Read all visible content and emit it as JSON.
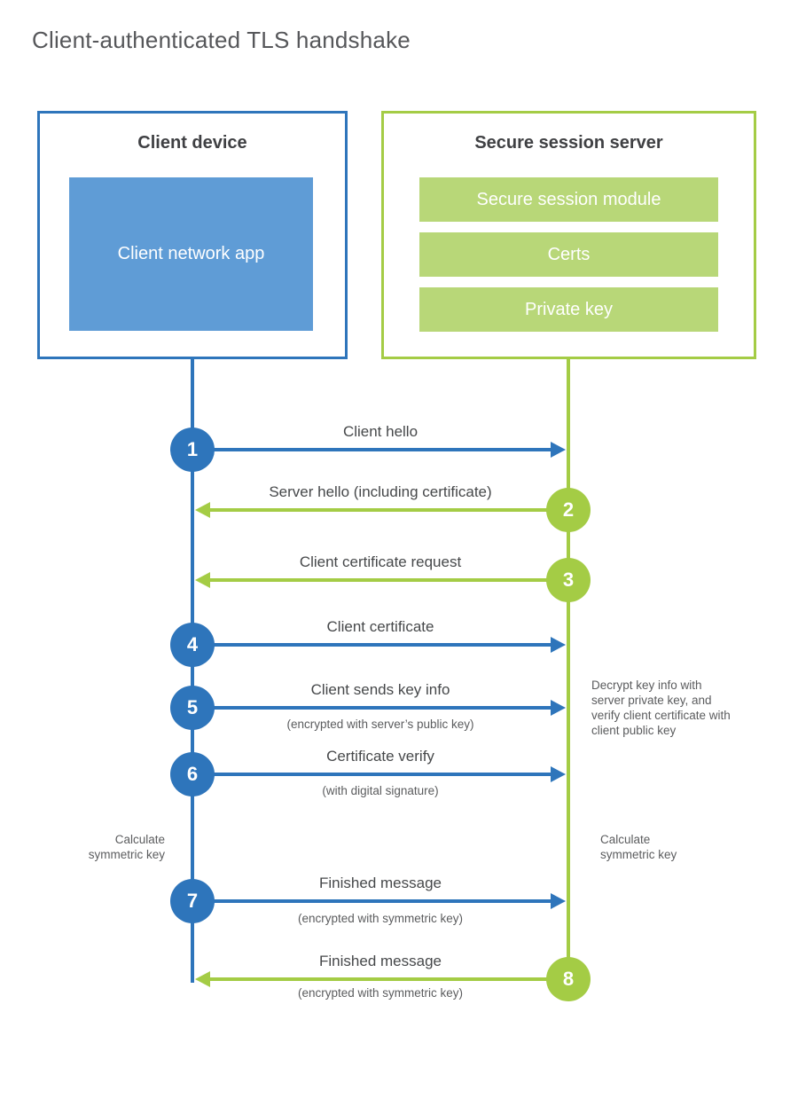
{
  "title": "Client-authenticated TLS handshake",
  "colors": {
    "client_accent": "#2e75bb",
    "client_fill": "#5f9cd6",
    "server_accent": "#a4cc45",
    "server_fill": "#b8d778",
    "heading_text": "#3f4043",
    "label_text": "#46484a",
    "note_text": "#5b5c5e"
  },
  "client": {
    "title": "Client device",
    "app_label": "Client network app"
  },
  "server": {
    "title": "Secure session server",
    "modules": [
      "Secure session module",
      "Certs",
      "Private key"
    ]
  },
  "steps": [
    {
      "number": "1",
      "label": "Client hello",
      "direction": "client-to-server"
    },
    {
      "number": "2",
      "label": "Server hello (including certificate)",
      "direction": "server-to-client"
    },
    {
      "number": "3",
      "label": "Client certificate request",
      "direction": "server-to-client"
    },
    {
      "number": "4",
      "label": "Client certificate",
      "direction": "client-to-server"
    },
    {
      "number": "5",
      "label": "Client sends key info",
      "sublabel": "(encrypted with server’s public key)",
      "direction": "client-to-server"
    },
    {
      "number": "6",
      "label": "Certificate verify",
      "sublabel": "(with digital signature)",
      "direction": "client-to-server"
    },
    {
      "number": "7",
      "label": "Finished message",
      "sublabel": "(encrypted with symmetric key)",
      "direction": "client-to-server"
    },
    {
      "number": "8",
      "label": "Finished message",
      "sublabel": "(encrypted with symmetric key)",
      "direction": "server-to-client"
    }
  ],
  "annotations": {
    "decrypt_note": "Decrypt key info with server private key, and verify client certificate with client public key",
    "calc_symmetric_left": "Calculate symmetric key",
    "calc_symmetric_right": "Calculate symmetric key"
  }
}
